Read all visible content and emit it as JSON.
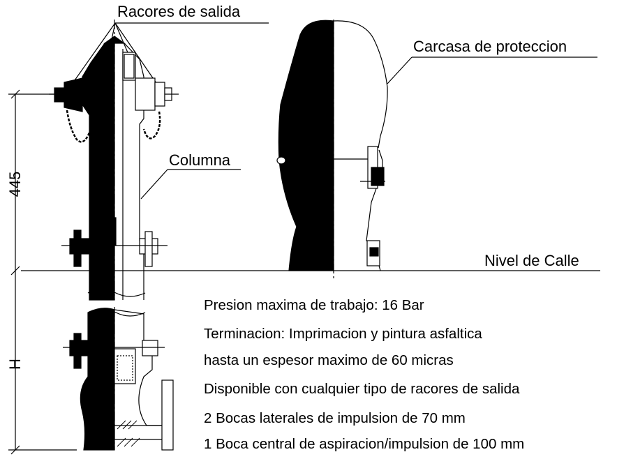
{
  "labels": {
    "racores": "Racores de salida",
    "carcasa": "Carcasa de proteccion",
    "columna": "Columna",
    "nivel": "Nivel de Calle"
  },
  "dimensions": {
    "upper": "445",
    "lower": "H"
  },
  "specs": [
    "Presion maxima de trabajo: 16 Bar",
    "Terminacion: Imprimacion y pintura asfaltica",
    "hasta un espesor maximo de 60 micras",
    "Disponible con cualquier tipo de racores de salida",
    "2 Bocas laterales de impulsion de 70 mm",
    "1 Boca central de aspiracion/impulsion de 100 mm"
  ]
}
